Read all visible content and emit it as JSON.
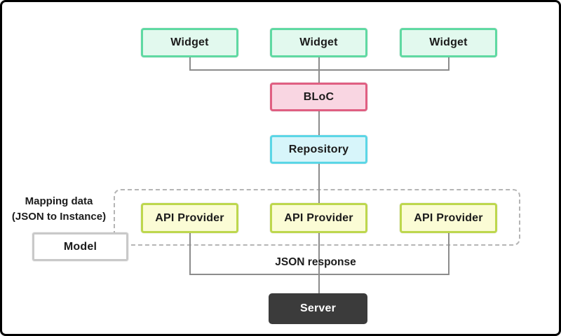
{
  "diagram": {
    "title_semantic": "BLoC architecture diagram",
    "nodes": {
      "widgets": [
        {
          "label": "Widget"
        },
        {
          "label": "Widget"
        },
        {
          "label": "Widget"
        }
      ],
      "bloc": {
        "label": "BLoC"
      },
      "repository": {
        "label": "Repository"
      },
      "api_providers": [
        {
          "label": "API Provider"
        },
        {
          "label": "API Provider"
        },
        {
          "label": "API Provider"
        }
      ],
      "model": {
        "label": "Model"
      },
      "server": {
        "label": "Server"
      }
    },
    "annotations": {
      "mapping_note_line1": "Mapping data",
      "mapping_note_line2": "(JSON to Instance)",
      "json_response": "JSON response"
    }
  },
  "colors": {
    "canvas_bg": "#ffffff",
    "widget_fill": "#e2f9ee",
    "widget_border": "#5fd9a2",
    "bloc_fill": "#f9d6e2",
    "bloc_border": "#e05f82",
    "repository_fill": "#d7f5fa",
    "repository_border": "#5bd6e6",
    "api_fill": "#fbfcd5",
    "api_border": "#bdd74d",
    "model_fill": "#ffffff",
    "model_border": "#c9c9c9",
    "server_fill": "#3b3b3b",
    "server_text": "#ffffff",
    "connector": "#8c8c8c",
    "dashed_border": "#b5b5b5",
    "text": "#1b1b1b"
  }
}
